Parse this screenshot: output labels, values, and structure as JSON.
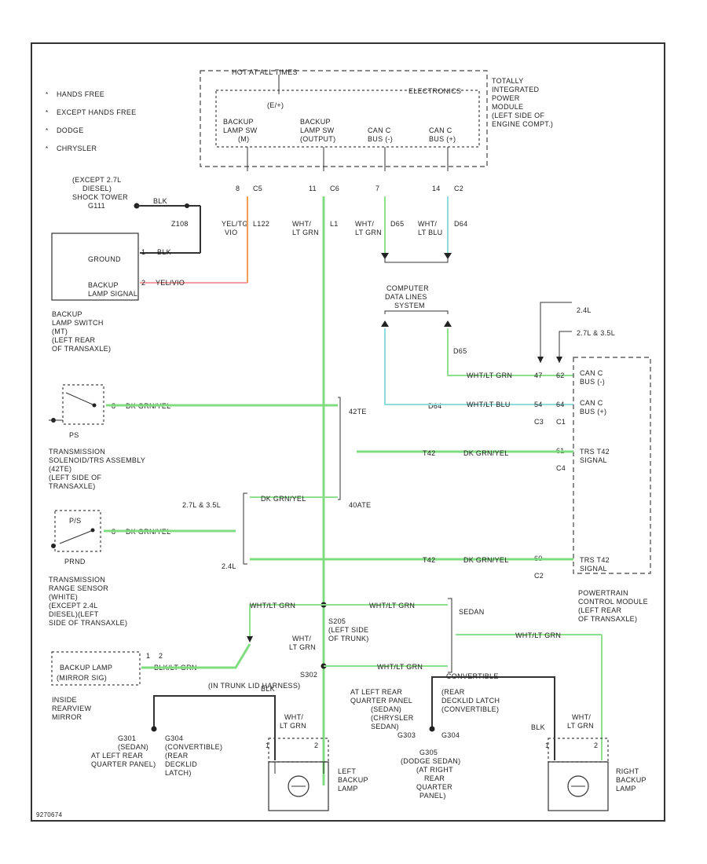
{
  "legend": [
    "HANDS FREE",
    "EXCEPT HANDS FREE",
    "DODGE",
    "CHRYSLER"
  ],
  "tipm": {
    "hot_label": "HOT AT ALL TIMES",
    "electronics": "ELECTRONICS",
    "sub": "(E/+)",
    "name": [
      "TOTALLY",
      "INTEGRATED",
      "POWER",
      "MODULE",
      "(LEFT SIDE OF",
      "ENGINE COMPT.)"
    ],
    "pins": [
      {
        "label": [
          "BACKUP",
          "LAMP SW",
          "(M)"
        ],
        "pin": "8",
        "conn": "C5",
        "wire": [
          "YEL/TG",
          "VIO"
        ],
        "wire_circuit": "L122"
      },
      {
        "label": [
          "BACKUP",
          "LAMP SW",
          "(OUTPUT)"
        ],
        "pin": "11",
        "conn": "C6",
        "wire": [
          "WHT/",
          "LT GRN"
        ],
        "wire_circuit": "L1"
      },
      {
        "label": [
          "CAN C",
          "BUS (-)"
        ],
        "pin": "7",
        "conn": "",
        "wire": [
          "WHT/",
          "LT GRN"
        ],
        "wire_circuit": "D65"
      },
      {
        "label": [
          "CAN C",
          "BUS (+)"
        ],
        "pin": "14",
        "conn": "C2",
        "wire": [
          "WHT/",
          "LT BLU"
        ],
        "wire_circuit": "D64"
      }
    ]
  },
  "ground_g11": {
    "label": [
      "(EXCEPT 2.7L",
      "DIESEL)",
      "SHOCK TOWER",
      "G111"
    ],
    "wire": "BLK",
    "wire2": "Z108"
  },
  "backup_switch": {
    "ground": "GROUND",
    "backup": [
      "BACKUP",
      "LAMP SIGNAL"
    ],
    "pin1": "1",
    "pin2": "2",
    "wire_blk": "BLK",
    "wire_yel": "YEL/VIO",
    "name": [
      "BACKUP",
      "LAMP SWITCH",
      "(MT)",
      "(LEFT REAR",
      "OF TRANSAXLE)"
    ]
  },
  "data_lines": {
    "label": [
      "COMPUTER",
      "DATA LINES",
      "SYSTEM"
    ],
    "d65": "D65",
    "d64": "D64"
  },
  "pcm": {
    "note_a": "2.4L",
    "note_b": "2.7L & 3.5L",
    "can_minus": [
      "CAN C",
      "BUS (-)"
    ],
    "can_plus": [
      "CAN C",
      "BUS (+)"
    ],
    "trs1": [
      "TRS T42",
      "SIGNAL"
    ],
    "trs2": [
      "TRS T42",
      "SIGNAL"
    ],
    "wire1": "WHT/LT GRN",
    "wire2": "WHT/LT BLU",
    "pin_a": "47",
    "pin_b": "62",
    "pin_c": "54",
    "pin_d": "64",
    "conn_a": "C3",
    "conn_b": "C1",
    "pin_e": "61",
    "conn_e": "C4",
    "pin_f": "60",
    "conn_f": "C2",
    "name": [
      "POWERTRAIN",
      "CONTROL MODULE",
      "(LEFT REAR",
      "OF TRANSAXLE)"
    ]
  },
  "solenoid": {
    "pin": "8",
    "wire": "DK GRN/YEL",
    "ps": "PS",
    "name": [
      "TRANSMISSION",
      "SOLENOID/TRS ASSEMBLY",
      "(42TE)",
      "(LEFT SIDE OF",
      "TRANSAXLE)"
    ],
    "tag": "42TE"
  },
  "range_sensor": {
    "ps": "P/S",
    "prnd": "PRND",
    "pin": "8",
    "wire": "DK GRN/YEL",
    "name": [
      "TRANSMISSION",
      "RANGE SENSOR",
      "(WHITE)",
      "(EXCEPT 2.4L",
      "DIESEL)(LEFT",
      "SIDE OF TRANSAXLE)"
    ],
    "note_a": "2.7L & 3.5L",
    "note_b": "2.4L",
    "tag": "40ATE"
  },
  "t42": {
    "wire1": "T42",
    "wire1c": "DK GRN/YEL",
    "wire2": "T42",
    "wire2c": "DK GRN/YEL",
    "wire3": "DK GRN/YEL"
  },
  "splice": {
    "s205": [
      "S205",
      "(LEFT SIDE",
      "OF TRUNK)"
    ],
    "s302": "S302",
    "wire_a": "WHT/LT GRN",
    "wire_b": "WHT/LT GRN",
    "wire_c": "WHT/LT GRN",
    "wire_d": "WHT/LT GRN",
    "wire_lt": [
      "WHT/",
      "LT GRN"
    ],
    "sedan": "SEDAN",
    "convertible": "CONVERTIBLE",
    "trunk_lid": "(IN TRUNK LID HARNESS)"
  },
  "mirror": {
    "label": [
      "BACKUP LAMP",
      "(MIRROR SIG)"
    ],
    "pin1": "1",
    "pin2": "2",
    "wire": "BLK/LT GRN",
    "name": [
      "INSIDE",
      "REARVIEW",
      "MIRROR"
    ]
  },
  "grounds": {
    "g301": [
      "G301",
      "(SEDAN)",
      "AT LEFT REAR",
      "QUARTER PANEL)"
    ],
    "g304_left": [
      "G304",
      "(CONVERTIBLE)",
      "(REAR",
      "DECKLID",
      "LATCH)"
    ],
    "g303": [
      "G303",
      "(SEDAN)",
      "(CHRYSLER",
      "SEDAN)"
    ],
    "at_left": [
      "AT LEFT REAR",
      "QUARTER PANEL"
    ],
    "g305": [
      "G305",
      "(DODGE SEDAN)",
      "(AT RIGHT",
      "REAR",
      "QUARTER",
      "PANEL)"
    ],
    "decklid": [
      "(REAR",
      "DECKLID LATCH",
      "(CONVERTIBLE)"
    ],
    "g304": "G304",
    "blk": "BLK",
    "blk2": "BLK"
  },
  "left_lamp": {
    "name": [
      "LEFT",
      "BACKUP",
      "LAMP"
    ],
    "pin1": "1",
    "pin2": "2",
    "wire": [
      "WHT/",
      "LT GRN"
    ]
  },
  "right_lamp": {
    "name": [
      "RIGHT",
      "BACKUP",
      "LAMP"
    ],
    "pin1": "1",
    "pin2": "2",
    "wire": [
      "WHT/",
      "LT GRN"
    ],
    "wire_top": "WHT/LT GRN"
  },
  "footer_code": "9270674"
}
